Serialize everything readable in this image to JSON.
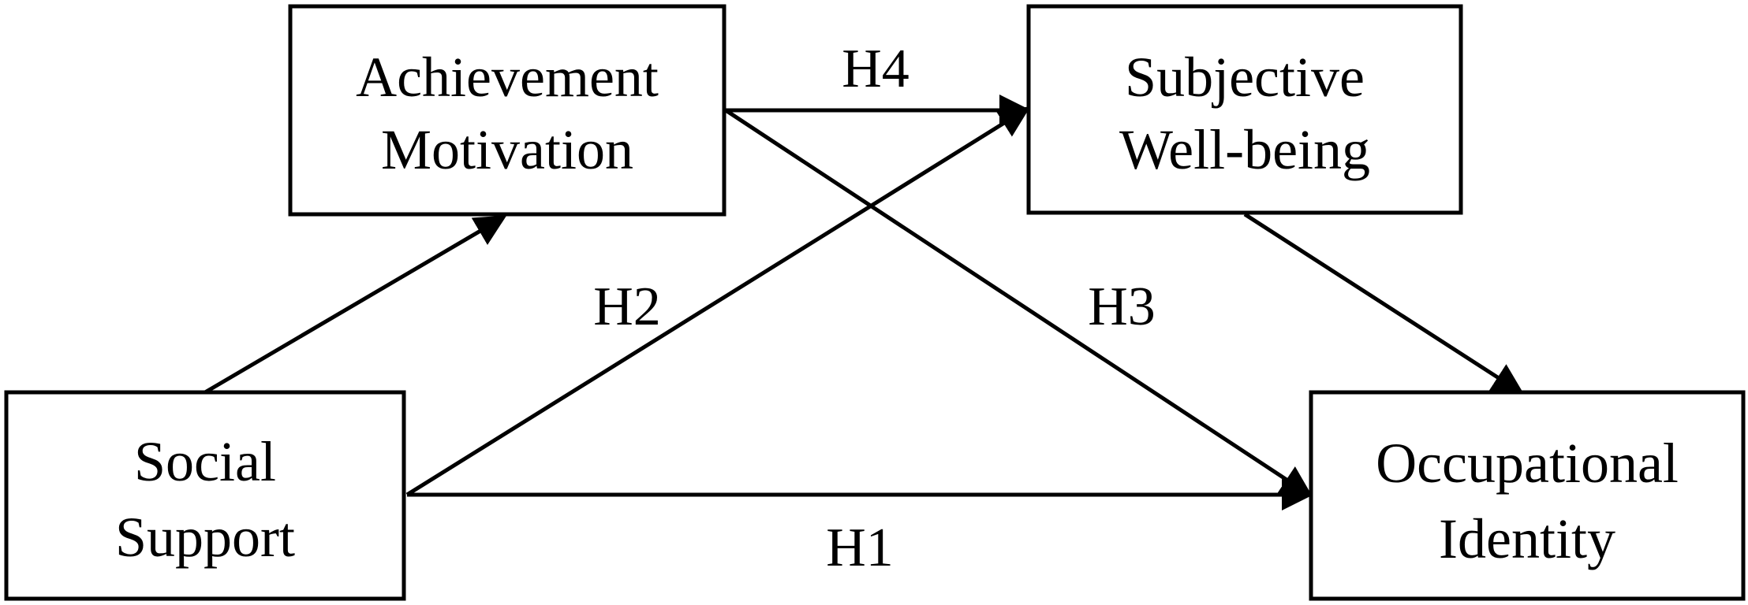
{
  "nodes": {
    "achievement_motivation": {
      "line1": "Achievement",
      "line2": "Motivation"
    },
    "subjective_well_being": {
      "line1": "Subjective",
      "line2": "Well-being"
    },
    "social_support": {
      "line1": "Social",
      "line2": "Support"
    },
    "occupational_identity": {
      "line1": "Occupational",
      "line2": "Identity"
    }
  },
  "paths": {
    "h1": "H1",
    "h2": "H2",
    "h3": "H3",
    "h4": "H4"
  }
}
